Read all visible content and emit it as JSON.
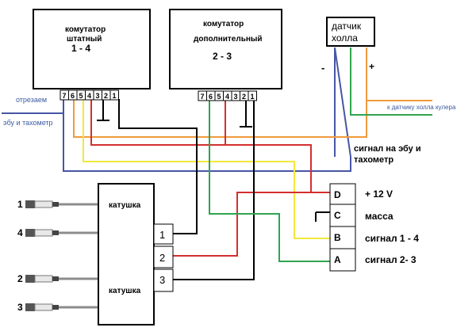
{
  "modules": {
    "stock": {
      "line1": "комутатор",
      "line2": "штатный",
      "line3": "1 - 4"
    },
    "extra": {
      "line1": "комутатор",
      "line2": "дополнительный",
      "line3": "2 - 3"
    },
    "hall": {
      "line1": "датчик",
      "line2": "холла",
      "minus": "-",
      "plus": "+"
    }
  },
  "pins_main": [
    "7",
    "6",
    "5",
    "4",
    "3",
    "2",
    "1"
  ],
  "labels": {
    "cut": "отрезаем",
    "ecu_tacho": "эбу и тахометр",
    "cooler": "к датчику холла кулера",
    "signal_ecu_line1": "сигнал на эбу и",
    "signal_ecu_line2": "тахометр"
  },
  "coil": {
    "top": "катушка",
    "bottom": "катушка",
    "terms": [
      "1",
      "2",
      "3"
    ]
  },
  "plugs": [
    "1",
    "4",
    "2",
    "3"
  ],
  "connector": {
    "pins": [
      "D",
      "C",
      "B",
      "A"
    ],
    "desc": [
      "+ 12 V",
      "масса",
      "сигнал  1 - 4",
      "сигнал 2- 3"
    ]
  },
  "colors": {
    "black": "#000000",
    "red": "#d32f2f",
    "yellow": "#f2e83a",
    "orange": "#ef9a3c",
    "green": "#2fa44f",
    "blue": "#4656a4",
    "grey": "#8c8c8c"
  }
}
